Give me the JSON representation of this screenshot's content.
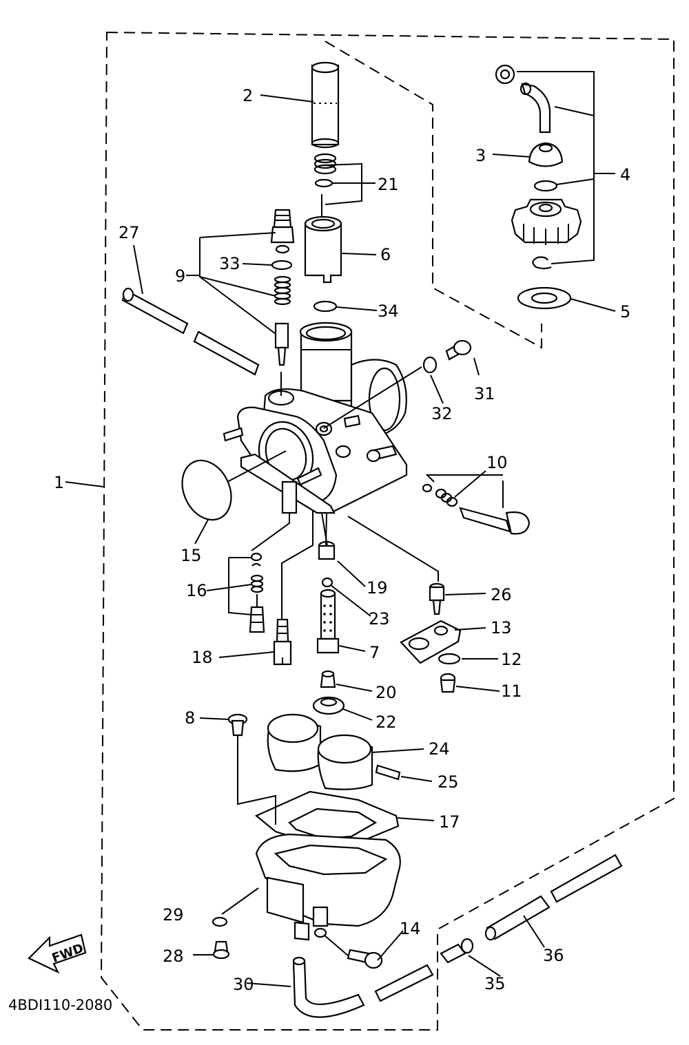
{
  "diagram": {
    "drawing_code": "4BDI110-2080",
    "arrow_label": "FWD",
    "callouts": {
      "c1": "1",
      "c2": "2",
      "c3": "3",
      "c4": "4",
      "c5": "5",
      "c6": "6",
      "c7": "7",
      "c8": "8",
      "c9": "9",
      "c10": "10",
      "c11": "11",
      "c12": "12",
      "c13": "13",
      "c14": "14",
      "c15": "15",
      "c16": "16",
      "c17": "17",
      "c18": "18",
      "c19": "19",
      "c20": "20",
      "c21": "21",
      "c22": "22",
      "c23": "23",
      "c24": "24",
      "c25": "25",
      "c26": "26",
      "c27": "27",
      "c28": "28",
      "c29": "29",
      "c30": "30",
      "c31": "31",
      "c32": "32",
      "c33": "33",
      "c34": "34",
      "c35": "35",
      "c36": "36"
    }
  }
}
